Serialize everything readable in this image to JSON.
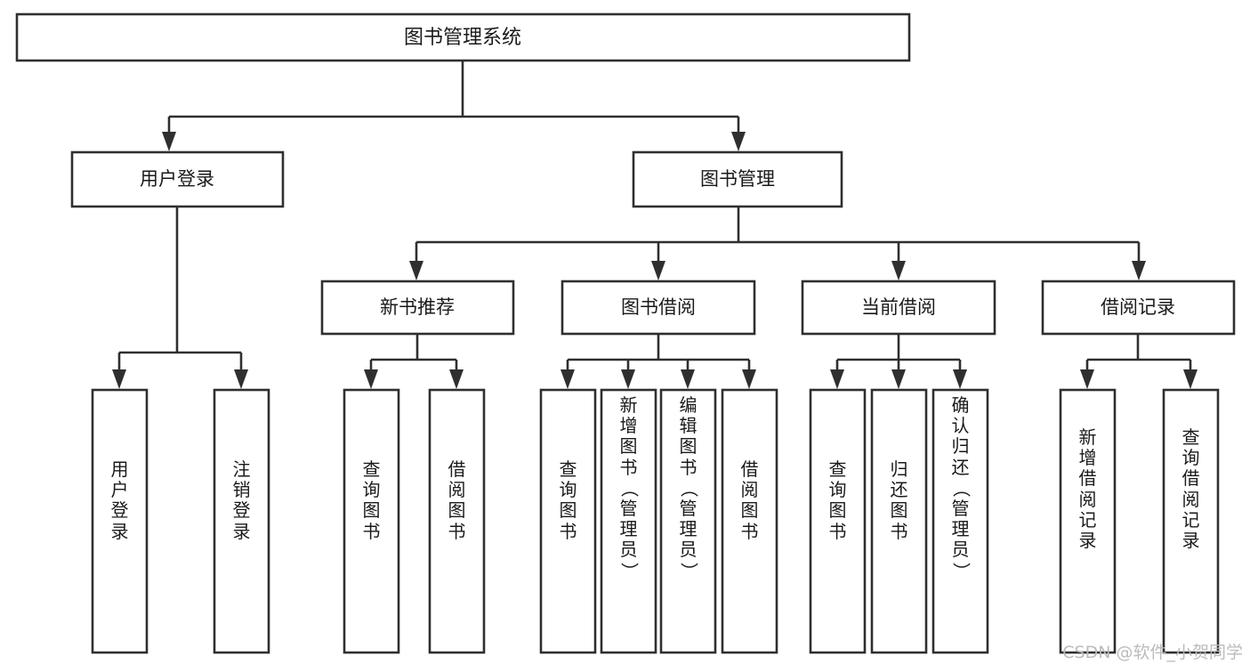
{
  "diagram": {
    "type": "tree-hierarchy",
    "title": "图书管理系统",
    "orientation": "top-down",
    "colors": {
      "box_stroke": "#2f2f2f",
      "box_fill": "#ffffff",
      "text": "#1a1a1a",
      "background": "#ffffff",
      "watermark": "#b9b9b9"
    },
    "levels": {
      "root": {
        "label": "图书管理系统"
      },
      "level2": [
        {
          "id": "user-login",
          "label": "用户登录"
        },
        {
          "id": "book-management",
          "label": "图书管理"
        }
      ],
      "level3": [
        {
          "id": "new-book-recommend",
          "label": "新书推荐",
          "parent": "book-management"
        },
        {
          "id": "book-borrow",
          "label": "图书借阅",
          "parent": "book-management"
        },
        {
          "id": "current-borrow",
          "label": "当前借阅",
          "parent": "book-management"
        },
        {
          "id": "borrow-record",
          "label": "借阅记录",
          "parent": "book-management"
        }
      ],
      "leaves": [
        {
          "id": "leaf-user-login",
          "label": "用户登录",
          "parent": "user-login"
        },
        {
          "id": "leaf-logout",
          "label": "注销登录",
          "parent": "user-login"
        },
        {
          "id": "leaf-query-book-1",
          "label": "查询图书",
          "parent": "new-book-recommend"
        },
        {
          "id": "leaf-borrow-book-1",
          "label": "借阅图书",
          "parent": "new-book-recommend"
        },
        {
          "id": "leaf-query-book-2",
          "label": "查询图书",
          "parent": "book-borrow"
        },
        {
          "id": "leaf-add-book",
          "label": "新增图书（管理员）",
          "parent": "book-borrow"
        },
        {
          "id": "leaf-edit-book",
          "label": "编辑图书（管理员）",
          "parent": "book-borrow"
        },
        {
          "id": "leaf-borrow-book-2",
          "label": "借阅图书",
          "parent": "book-borrow"
        },
        {
          "id": "leaf-query-book-3",
          "label": "查询图书",
          "parent": "current-borrow"
        },
        {
          "id": "leaf-return-book",
          "label": "归还图书",
          "parent": "current-borrow"
        },
        {
          "id": "leaf-confirm-return",
          "label": "确认归还（管理员）",
          "parent": "current-borrow"
        },
        {
          "id": "leaf-add-record",
          "label": "新增借阅记录",
          "parent": "borrow-record"
        },
        {
          "id": "leaf-query-record",
          "label": "查询借阅记录",
          "parent": "borrow-record"
        }
      ]
    }
  },
  "watermark": {
    "text": "CSDN @软件_小贺同学"
  }
}
